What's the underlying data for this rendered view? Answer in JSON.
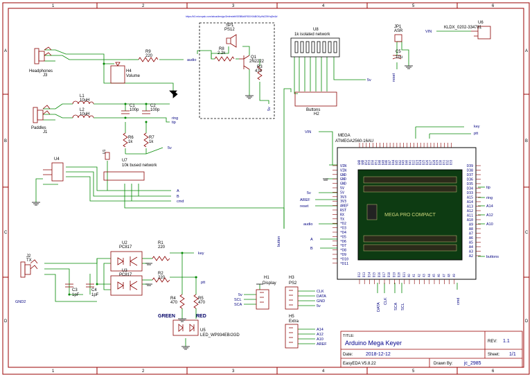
{
  "frame": {
    "cols": [
      "1",
      "2",
      "3",
      "4",
      "5",
      "6"
    ],
    "rows": [
      "A",
      "B",
      "C",
      "D"
    ]
  },
  "url": "https://k3.micropsk.com/abus/design/2mfredelt/SEBB#4RS0X9ABGKyHkZ29HqDe&#",
  "colors": {
    "wire": "#008800",
    "part": "#8b0000",
    "net": "#00008b",
    "label": "#000080",
    "frame": "#990000",
    "pcb": "#0d3b12"
  },
  "parts": {
    "j3": {
      "ref": "J3",
      "name": "Headphones"
    },
    "j1": {
      "ref": "J1",
      "name": "Paddles"
    },
    "j2": {
      "ref": "J2",
      "name": "TX"
    },
    "r9": {
      "ref": "R9",
      "value": "220"
    },
    "h4": {
      "ref": "H4",
      "name": "Volume"
    },
    "l1": {
      "ref": "L1",
      "value": "10uH"
    },
    "l2": {
      "ref": "L2",
      "value": "10uH"
    },
    "c1": {
      "ref": "C1",
      "value": "100p"
    },
    "c2": {
      "ref": "C2",
      "value": "100p"
    },
    "r6": {
      "ref": "R6",
      "value": "1k"
    },
    "r7": {
      "ref": "R7",
      "value": "1k"
    },
    "sp1": {
      "ref": "SP1",
      "value": "PS12"
    },
    "r8": {
      "ref": "R8",
      "value": "2.2k"
    },
    "q1": {
      "ref": "Q1",
      "value": "2N2222"
    },
    "r3": {
      "ref": "R3",
      "value": "470"
    },
    "u8": {
      "ref": "U8",
      "value": "1k isolated network"
    },
    "h2": {
      "ref": "H2",
      "name": "Buttons"
    },
    "jp1": {
      "ref": "JP1",
      "value": "ASR"
    },
    "c5": {
      "ref": "C5",
      "value": "10u"
    },
    "u6": {
      "ref": "U6",
      "value": "KLDX_0202-334781"
    },
    "u4": {
      "ref": "U4"
    },
    "u7": {
      "ref": "U7",
      "value": "10k bused network"
    },
    "u1": {
      "ref": "U1"
    },
    "mega": {
      "title": "MEGA",
      "chip": "ATMEGA2560-16AU",
      "board": "MEGA PRO COMPACT"
    },
    "u2": {
      "ref": "U2",
      "value": "PC817"
    },
    "u3": {
      "ref": "U3",
      "value": "PC817"
    },
    "r1": {
      "ref": "R1",
      "value": "220"
    },
    "r2": {
      "ref": "R2",
      "value": "220"
    },
    "r4": {
      "ref": "R4",
      "value": "470"
    },
    "r5": {
      "ref": "R5",
      "value": "470"
    },
    "c3": {
      "ref": "C3",
      "value": "1pF"
    },
    "c4": {
      "ref": "C4",
      "value": "1pF"
    },
    "u5": {
      "ref": "U5",
      "value": "LED_WP934EB/2GD"
    },
    "led_green": "GREEN",
    "led_red": "RED",
    "h1": {
      "ref": "H1",
      "name": "Display",
      "pins": [
        "5v",
        "SCL",
        "SCA"
      ]
    },
    "h3": {
      "ref": "H3",
      "name": "PS2",
      "pins": [
        "CLK",
        "DATA",
        "GND",
        "5v"
      ]
    },
    "h5": {
      "ref": "H5",
      "name": "Extra",
      "pins": [
        "A14",
        "A12",
        "A10",
        "AREF"
      ]
    }
  },
  "mega_left_pins": [
    "VIN",
    "VIN",
    "GND",
    "GND",
    "GND",
    "5V",
    "5V",
    "3V3",
    "3V3",
    "AREF",
    "RST",
    "RX",
    "TX",
    "*D2",
    "*D3",
    "*D4",
    "*D5",
    "*D6",
    "*D7",
    "*D8",
    "*D9",
    "*D10",
    "*D11"
  ],
  "mega_right_pins": [
    "D39",
    "D38",
    "D37",
    "D36",
    "D35",
    "D34",
    "D33",
    "A15",
    "A14",
    "A13",
    "A12",
    "A11",
    "A10",
    "A9",
    "A8",
    "A7",
    "A6",
    "A5",
    "A4",
    "A3",
    "A2"
  ],
  "mega_top_pins": [
    "GND",
    "GND",
    "D52",
    "D53",
    "D50",
    "D51",
    "D48",
    "D49",
    "D46",
    "D47",
    "D44",
    "D45",
    "D42",
    "D43",
    "D40",
    "D41",
    "D22",
    "D23",
    "D24",
    "D25",
    "D26",
    "D27",
    "D28",
    "D29",
    "D30",
    "D31",
    "D32",
    "D33"
  ],
  "mega_bottom_pins": [
    "D12",
    "D13",
    "D14",
    "D15",
    "D16",
    "D17",
    "D18",
    "D19",
    "D20",
    "D21",
    "A0",
    "A1",
    "A2",
    "A3",
    "A4",
    "A5",
    "A6",
    "A7",
    "A8",
    "A9"
  ],
  "nets": {
    "audio": "audio",
    "audio_l": "audio",
    "ring": "ring",
    "tip": "tip",
    "tip_r": "tip",
    "ring_r": "ring",
    "five_v": "5v",
    "vin": "VIN",
    "vin_m": "VIN",
    "key": "key",
    "ptt": "ptt",
    "key_r": "key",
    "ptt_r": "ptt",
    "button": "button",
    "buttons": "buttons",
    "btns_r": "buttons",
    "clk": "CLK",
    "data": "DATA",
    "scl": "SCL",
    "sca": "SCA",
    "gnd2": "GND2",
    "sv_5v": "5v",
    "aref": "AREF",
    "reset": "reset",
    "a_net": "A",
    "b_net": "B",
    "a14": "A14",
    "a12": "A12",
    "a10": "A10",
    "a_lbl": "A",
    "b_lbl": "B",
    "cmd": "cmd",
    "reset_v": "reset",
    "data_v": "DATA",
    "clk_v": "CLK",
    "sca_v": "SCA",
    "scl_v": "SCL",
    "cmd_v": "cmd",
    "sv": "5v"
  },
  "title_block": {
    "title_label": "TITLE:",
    "title": "Arduino Mega Keyer",
    "rev_label": "REV:",
    "rev": "1.1",
    "date_label": "Date:",
    "date": "2018-12-12",
    "sheet_label": "Sheet:",
    "sheet": "1/1",
    "tool": "EasyEDA V5.8.22",
    "drawn_label": "Drawn By:",
    "drawn_by": "jc_2985"
  }
}
